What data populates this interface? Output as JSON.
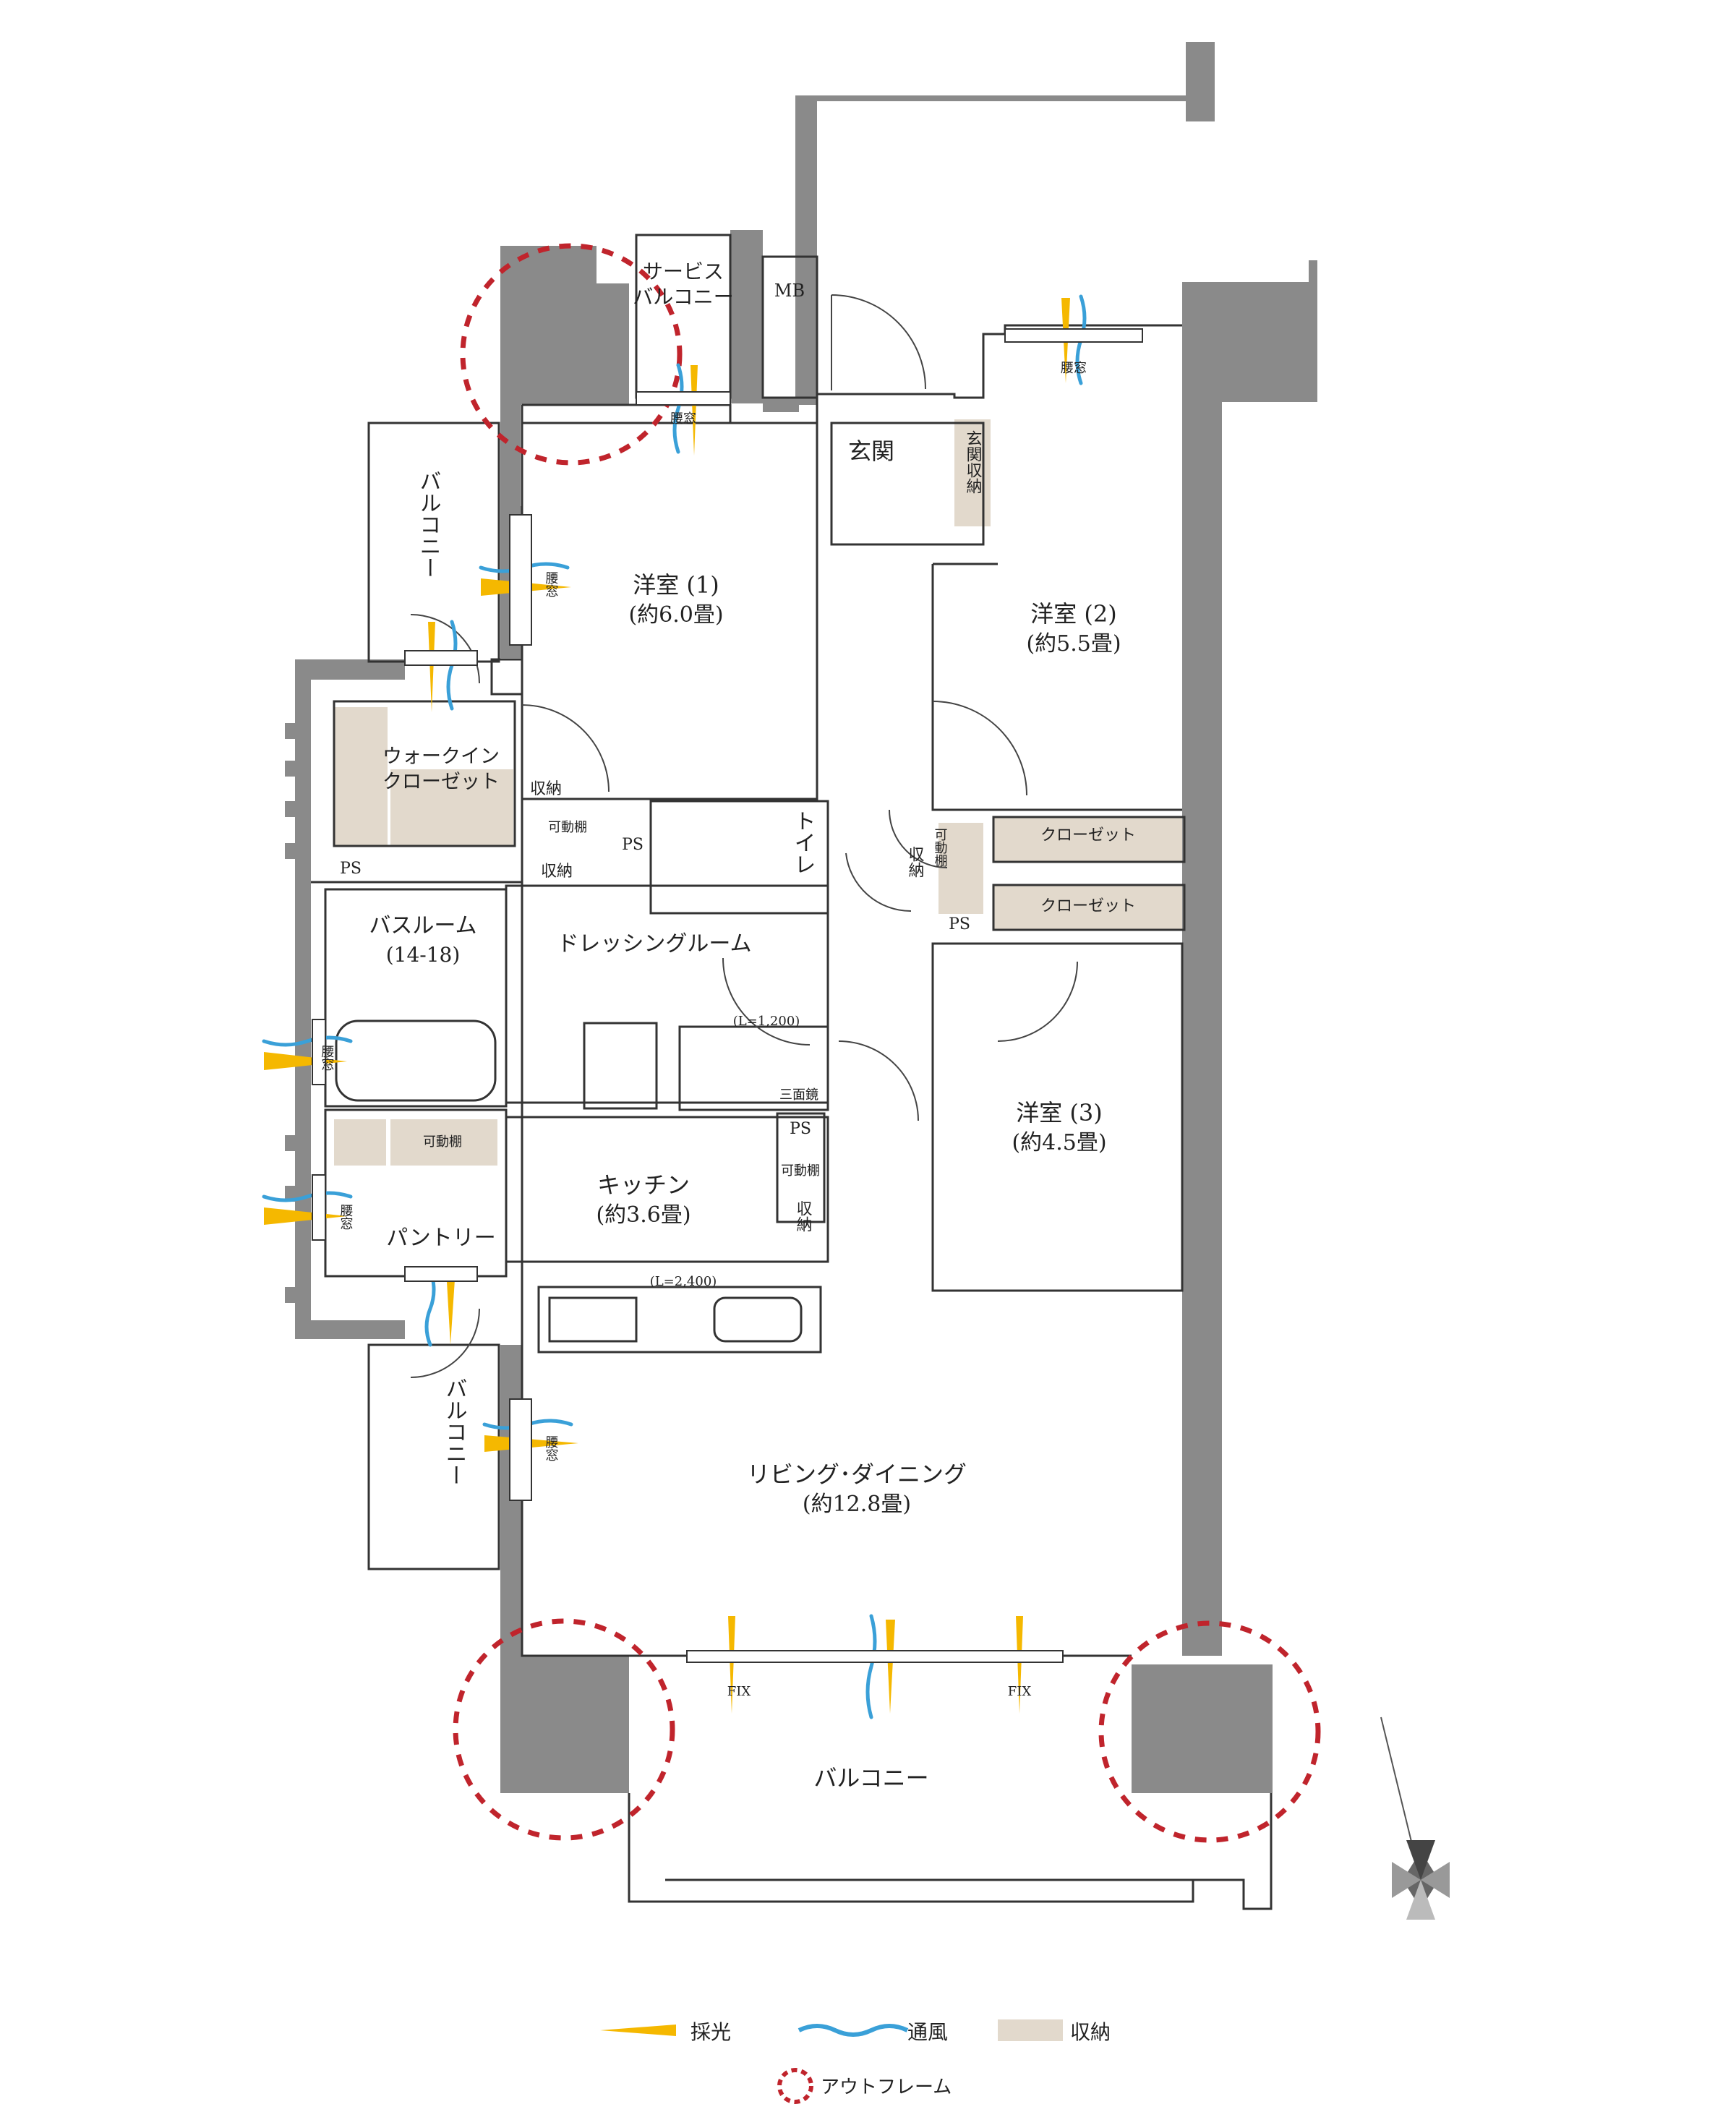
{
  "colors": {
    "wall": "#8a8a8a",
    "storage": "#e2d9cc",
    "light": "#f5b800",
    "wind": "#3aa0d8",
    "outframe": "#c0242c"
  },
  "rooms": {
    "service_balcony_1": "サービス",
    "service_balcony_2": "バルコニー",
    "mb": "MB",
    "genkan": "玄関",
    "genkan_storage": "玄関収納",
    "bedroom1_name": "洋室 (1)",
    "bedroom1_size": "(約6.0畳)",
    "bedroom2_name": "洋室 (2)",
    "bedroom2_size": "(約5.5畳)",
    "bedroom3_name": "洋室 (3)",
    "bedroom3_size": "(約4.5畳)",
    "balcony_left_upper": "バルコニー",
    "balcony_left_lower": "バルコニー",
    "balcony_south": "バルコニー",
    "walkin_1": "ウォークイン",
    "walkin_2": "クローゼット",
    "storage": "収納",
    "storage_boxed": "収納",
    "movable_shelf": "可動棚",
    "ps": "PS",
    "toilet": "トイレ",
    "closet": "クローゼット",
    "dressing": "ドレッシングルーム",
    "bath_1": "バスルーム",
    "bath_2": "(14-18)",
    "washstand_length": "(L=1,200)",
    "three_mirror": "三面鏡",
    "kitchen_name": "キッチン",
    "kitchen_size": "(約3.6畳)",
    "kitchen_length": "(L=2,400)",
    "pantry": "パントリー",
    "living_name": "リビング･ダイニング",
    "living_size": "(約12.8畳)",
    "waist_window": "腰窓",
    "fix": "FIX"
  },
  "legend": {
    "light": "採光",
    "wind": "通風",
    "storage": "収納",
    "outframe": "アウトフレーム"
  }
}
